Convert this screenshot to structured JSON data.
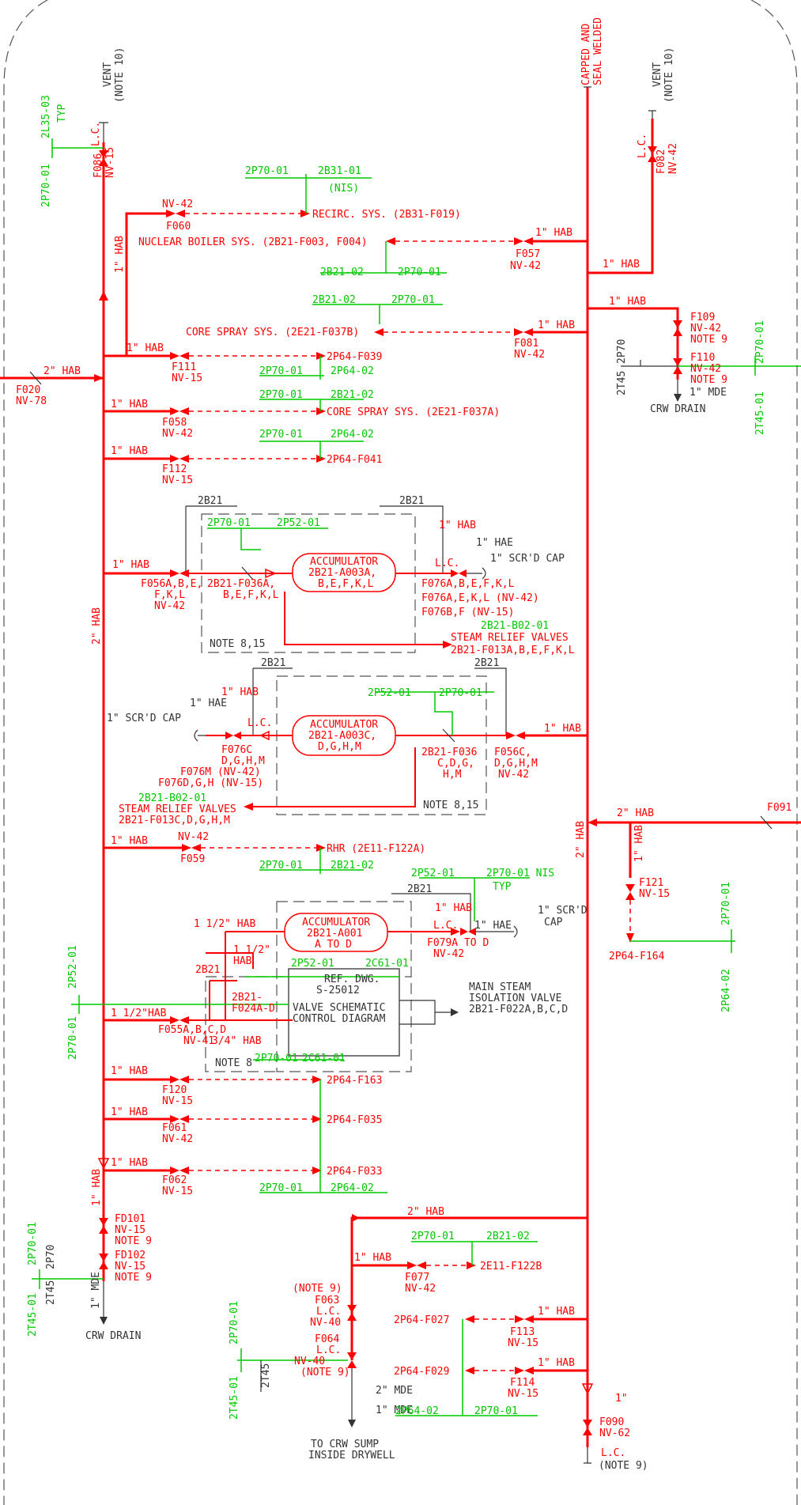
{
  "labels": {
    "capped": [
      "CAPPED AND",
      "SEAL WELDED"
    ],
    "vent_left": [
      "VENT",
      "(NOTE 10)"
    ],
    "vent_right": [
      "VENT",
      "(NOTE 10)"
    ],
    "l35_typ": [
      "2L35-03",
      "TYP"
    ],
    "p70_left_top": "2P70-01",
    "lc_f086": "L.C.",
    "f086": [
      "F086",
      "NV-15"
    ],
    "lc_f082": "L.C.",
    "f082": [
      "F082",
      "NV-42"
    ],
    "hab_1_vert_left": "1\" HAB",
    "p70_b31": [
      "2P70-01",
      "2B31-01",
      "(NIS)"
    ],
    "nv42_f060": [
      "NV-42",
      "F060"
    ],
    "recirc": "RECIRC. SYS. (2B31-F019)",
    "nuclear_boiler": "NUCLEAR BOILER SYS. (2B21-F003, F004)",
    "hab_f057": "1\" HAB",
    "f057": [
      "F057",
      "NV-42"
    ],
    "b21_p70_a": [
      "2B21-02",
      "2P70-01"
    ],
    "hab_right_1": "1\" HAB",
    "b21_p70_b": [
      "2B21-02",
      "2P70-01"
    ],
    "core_spray_b": "CORE SPRAY SYS. (2E21-F037B)",
    "hab_f081": "1\" HAB",
    "f081": [
      "F081",
      "NV-42"
    ],
    "hab_f109": "1\" HAB",
    "f109": [
      "F109",
      "NV-42",
      "NOTE 9"
    ],
    "f110": [
      "F110",
      "NV-42",
      "NOTE 9"
    ],
    "t45_p70_r": [
      "2T45",
      "2P70"
    ],
    "p70_right": "2P70-01",
    "t45_right": "2T45-01",
    "mde_right": "1\" MDE",
    "crw_drain_r": "CRW DRAIN",
    "hab_f111": "1\" HAB",
    "f111": [
      "F111",
      "NV-15"
    ],
    "p64_f039": "2P64-F039",
    "p70_p64_a": [
      "2P70-01",
      "2P64-02"
    ],
    "hab_f020": "2\" HAB",
    "f020": [
      "F020",
      "NV-78"
    ],
    "p70_b21_c": [
      "2P70-01",
      "2B21-02"
    ],
    "hab_f058": "1\" HAB",
    "f058": [
      "F058",
      "NV-42"
    ],
    "core_spray_a": "CORE SPRAY SYS. (2E21-F037A)",
    "p70_p64_b": [
      "2P70-01",
      "2P64-02"
    ],
    "hab_f112": "1\" HAB",
    "f112": [
      "F112",
      "NV-15"
    ],
    "p64_f041": "2P64-F041",
    "b21_1": "2B21",
    "b21_2": "2B21",
    "p70_p52_a": [
      "2P70-01",
      "2P52-01"
    ],
    "hab_1_acc1": "1\" HAB",
    "hae_1": "1\" HAE",
    "scrd_cap_1": "1\" SCR'D CAP",
    "hab_f056a": "1\" HAB",
    "f056a": [
      "F056A,B,E,",
      "F,K,L",
      "NV-42"
    ],
    "acc1": [
      "ACCUMULATOR",
      "2B21-A003A,",
      "B,E,F,K,L"
    ],
    "f036a": [
      "2B21-F036A,",
      "B,E,F,K,L"
    ],
    "lc_acc1": "L.C.",
    "f076_top": [
      "F076A,B,E,F,K,L",
      "F076A,E,K,L (NV-42)",
      "F076B,F (NV-15)"
    ],
    "note_8_15_a": "NOTE 8,15",
    "b02_a": "2B21-B02-01",
    "srv_a": [
      "STEAM RELIEF VALVES",
      "2B21-F013A,B,E,F,K,L"
    ],
    "hab_2_vert": "2\" HAB",
    "b21_3": "2B21",
    "b21_4": "2B21",
    "p52_p70_b": [
      "2P52-01",
      "2P70-01"
    ],
    "hae_2": "1\" HAE",
    "scrd_cap_2": "1\" SCR'D CAP",
    "hab_1_acc2": "1\" HAB",
    "lc_acc2": "L.C.",
    "acc2": [
      "ACCUMULATOR",
      "2B21-A003C,",
      "D,G,H,M"
    ],
    "f036c": [
      "2B21-F036",
      "C,D,G,",
      "H,M"
    ],
    "f056c": [
      "F056C,",
      "D,G,H,M",
      "NV-42"
    ],
    "hab_f056c": "1\" HAB",
    "f076c": [
      "F076C",
      "D,G,H,M"
    ],
    "f076m": [
      "F076M (NV-42)",
      "F076D,G,H (NV-15)"
    ],
    "b02_b": "2B21-B02-01",
    "srv_b": [
      "STEAM RELIEF VALVES",
      "2B21-F013C,D,G,H,M"
    ],
    "note_8_15_b": "NOTE 8,15",
    "hab_2_right": "2\" HAB",
    "hab_2_f091": "2\" HAB",
    "f091": "F091",
    "hab_1_f121": "1\" HAB",
    "f121": [
      "F121",
      "NV-15"
    ],
    "p64_f164": "2P64-F164",
    "p70_right2": "2P70-01",
    "p64_right2": "2P64-02",
    "hab_f059": "1\" HAB",
    "nv42_f059": [
      "NV-42",
      "F059"
    ],
    "rhr": "RHR (2E11-F122A)",
    "p70_b21_d": [
      "2P70-01",
      "2B21-02"
    ],
    "p52_p70_nis": [
      "2P52-01",
      "2P70-01 NIS",
      "TYP"
    ],
    "b21_5": "2B21",
    "hab_1_acc3": "1\" HAB",
    "hae_3": "1\" HAE",
    "scrd_cap_3": [
      "1\" SCR'D",
      "CAP"
    ],
    "hab_112_a": "1 1/2\" HAB",
    "acc3": [
      "ACCUMULATOR",
      "2B21-A001",
      "A TO D"
    ],
    "lc_acc3": "L.C.",
    "f079a": [
      "F079A TO D",
      "NV-42"
    ],
    "hab_112_b": [
      "1 1/2\"",
      "HAB"
    ],
    "b21_6": "2B21",
    "b21_f024": [
      "2B21-",
      "F024A-D"
    ],
    "p52_c61": [
      "2P52-01",
      "2C61-01"
    ],
    "ref_dwg": [
      "REF. DWG.",
      "S-25012"
    ],
    "vscd": [
      "VALVE SCHEMATIC",
      "CONTROL DIAGRAM"
    ],
    "msiv": [
      "MAIN STEAM",
      "ISOLATION VALVE",
      "2B21-F022A,B,C,D"
    ],
    "p52_left": "2P52-01",
    "p70_left_mid": "2P70-01",
    "hab_112_c": "1 1/2\"HAB",
    "f055a": [
      "F055A,B,C,D",
      "NV-41"
    ],
    "hab_34": "3/4\" HAB",
    "note_8": "NOTE 8",
    "p70_c61": [
      "2P70-01",
      "2C61-01"
    ],
    "hab_f120": "1\" HAB",
    "f120": [
      "F120",
      "NV-15"
    ],
    "p64_f163": "2P64-F163",
    "hab_f061": "1\" HAB",
    "f061": [
      "F061",
      "NV-42"
    ],
    "p64_f035": "2P64-F035",
    "hab_f062": "1\" HAB",
    "f062": [
      "F062",
      "NV-15"
    ],
    "p64_f033": "2P64-F033",
    "p70_p64_c": [
      "2P70-01",
      "2P64-02"
    ],
    "hab_1_vert_low": "1\" HAB",
    "fd101": [
      "FD101",
      "NV-15",
      "NOTE 9"
    ],
    "fd102": [
      "FD102",
      "NV-15",
      "NOTE 9"
    ],
    "p70_left_low": "2P70-01",
    "p70_left_low2": "2P70",
    "t45_left_low": "2T45",
    "t45_left_low2": "2T45-01",
    "mde_left": "1\" MDE",
    "crw_drain_l": "CRW DRAIN",
    "hab_2_bottom": "2\" HAB",
    "p70_b21_e": [
      "2P70-01",
      "2B21-02"
    ],
    "hab_f077": "1\" HAB",
    "f077": [
      "F077",
      "NV-42"
    ],
    "e11_f122b": "2E11-F122B",
    "f063": [
      "(NOTE 9)",
      "F063",
      "L.C.",
      "NV-40"
    ],
    "f064": [
      "F064",
      "L.C.",
      "NV-40",
      "(NOTE 9)"
    ],
    "p70_bot_left": "2P70-01",
    "t45_bot": "2T45",
    "t45_bot2": "2T45-01",
    "mde_2": "2\" MDE",
    "mde_1": "1\" MDE",
    "crw_sump": [
      "TO CRW SUMP",
      "INSIDE DRYWELL"
    ],
    "p64_f027": "2P64-F027",
    "hab_f113": "1\" HAB",
    "f113": [
      "F113",
      "NV-15"
    ],
    "p64_f029": "2P64-F029",
    "hab_f114": "1\" HAB",
    "f114": [
      "F114",
      "NV-15"
    ],
    "p64_p70_bot": [
      "2P64-02",
      "2P70-01"
    ],
    "hab_1_right_low": "1\"",
    "f090": [
      "F090",
      "NV-62"
    ],
    "lc_note9": [
      "L.C.",
      "(NOTE 9)"
    ]
  }
}
